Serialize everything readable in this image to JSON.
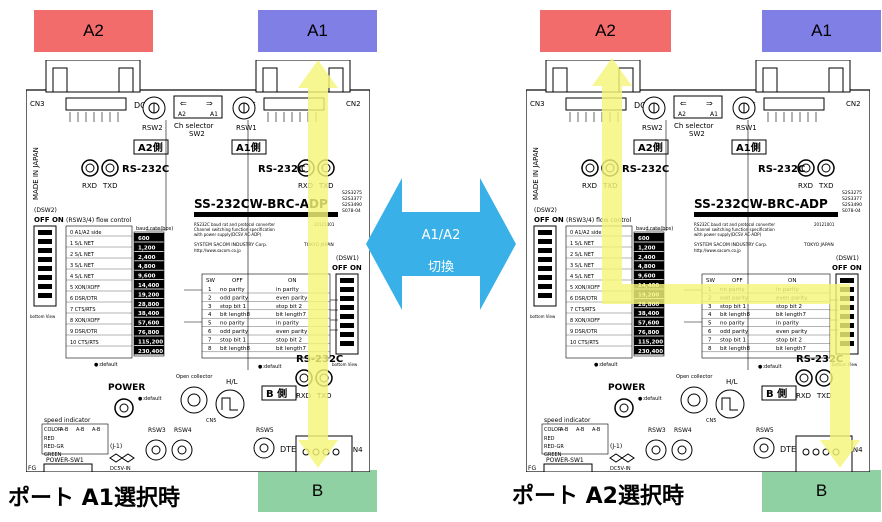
{
  "port_labels": {
    "a2": "A2",
    "a1": "A1",
    "b": "B"
  },
  "colors": {
    "a2": "#f36c6c",
    "a1": "#7f7fe6",
    "b": "#8fd1a3",
    "arrow_yellow": "#f5f57a",
    "switch_arrow": "#3ab0e8"
  },
  "board": {
    "model": "SS-232CW-BRC-ADP",
    "subtitle_lines": [
      "RS232C baud rat and protocol converter",
      "Channel switching function specification",
      "with power supply(DCSV AC-ADP)"
    ],
    "company": "SYSTEM SACOM INDUSTRY Corp.",
    "company_url": "http://www.sacom.co.jp",
    "city": "TOKYO JAPAN",
    "date_code": "20121001",
    "part_codes": [
      "S2S3275",
      "S2S3377",
      "S2S3490",
      "S078-04"
    ],
    "made_in": "MADE IN JAPAN",
    "connectors": {
      "cn3": "CN3",
      "cn2": "CN2",
      "cn4": "CN4",
      "dce": "DCE",
      "dte": "DTE",
      "fg": "FG"
    },
    "rotary": {
      "rsw1": "RSW1",
      "rsw2": "RSW2",
      "rsw3": "RSW3",
      "rsw4": "RSW4",
      "rsw5": "RSW5"
    },
    "ch_selector": {
      "title": "Ch selector",
      "name": "SW2",
      "left": "A2",
      "right": "A1"
    },
    "side_labels": {
      "a2": "A2側",
      "a1": "A1側",
      "b": "B 側"
    },
    "rs232c": "RS-232C",
    "rxd": "RXD",
    "txd": "TXD",
    "dsw1": "(DSW1)",
    "dsw2": "(DSW2)",
    "off_on": "OFF ON",
    "flow_title": "(RSW3/4) flow control",
    "baud_header": "baud rate(bps)",
    "flow_rows": [
      "A1/A2 side",
      "S/L NET",
      "S/L NET",
      "S/L NET",
      "S/L NET",
      "XON/XOFF",
      "DSR/DTR",
      "CTS/RTS",
      "XON/XOFF",
      "DSR/DTR",
      "CTS/RTS"
    ],
    "baud_rows": [
      "600",
      "1,200",
      "2,400",
      "4,800",
      "9,600",
      "14,400",
      "19,200",
      "28,800",
      "38,400",
      "57,600",
      "76,800",
      "115,200",
      "230,400"
    ],
    "data_setting": {
      "headers": [
        "SW",
        "OFF",
        "ON"
      ],
      "rows": [
        [
          "1",
          "no parity",
          "in parity"
        ],
        [
          "2",
          "odd parity",
          "even parity"
        ],
        [
          "3",
          "stop bit 1",
          "stop bit 2"
        ],
        [
          "4",
          "bit length8",
          "bit length7"
        ],
        [
          "5",
          "no parity",
          "in parity"
        ],
        [
          "6",
          "odd parity",
          "even parity"
        ],
        [
          "7",
          "stop bit 1",
          "stop bit 2"
        ],
        [
          "8",
          "bit length8",
          "bit length7"
        ]
      ]
    },
    "speed_indicator": {
      "title": "speed indicator",
      "headers": [
        "COLOR",
        "A-B",
        "A-B",
        "A-B"
      ],
      "rows": [
        "RED",
        "RED-GR",
        "GREEN"
      ]
    },
    "power": "POWER",
    "power_sw": "POWER-SW1",
    "off": "OFF",
    "on": "ON",
    "j1": "(J-1)",
    "dcin": "DC5V-IN",
    "open_collector": "Open collector",
    "hl": "H/L",
    "cn5": "CN5",
    "default_mark": "●:default",
    "bottom_view": "bottom View"
  },
  "switch_label": {
    "line1": "A1/A2",
    "line2": "切換"
  },
  "captions": {
    "left": "ポート A1選択時",
    "right": "ポート A2選択時"
  }
}
